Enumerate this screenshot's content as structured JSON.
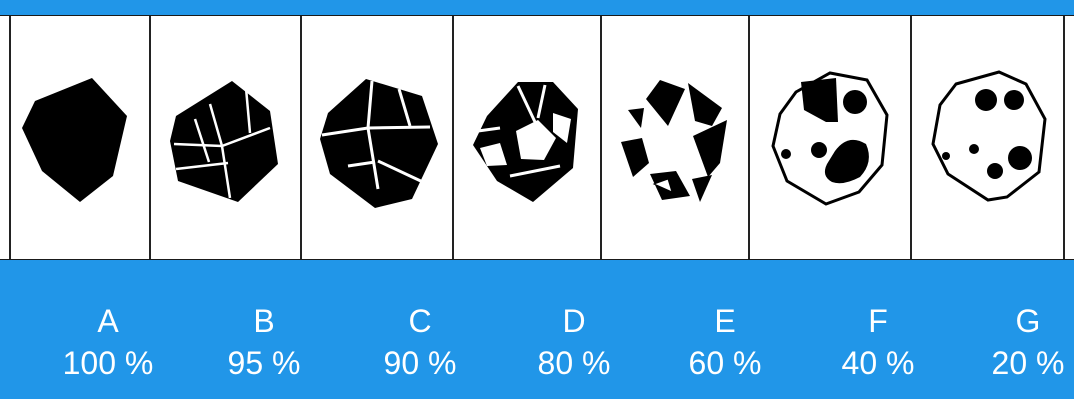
{
  "colors": {
    "background": "#2196e8",
    "panel_background": "#ffffff",
    "ink": "#000000",
    "caption_text": "#ffffff"
  },
  "panels": [
    {
      "letter": "A",
      "percent": "100 %",
      "fraction": 1.0
    },
    {
      "letter": "B",
      "percent": "95 %",
      "fraction": 0.95
    },
    {
      "letter": "C",
      "percent": "90 %",
      "fraction": 0.9
    },
    {
      "letter": "D",
      "percent": "80 %",
      "fraction": 0.8
    },
    {
      "letter": "E",
      "percent": "60 %",
      "fraction": 0.6
    },
    {
      "letter": "F",
      "percent": "40 %",
      "fraction": 0.4
    },
    {
      "letter": "G",
      "percent": "20 %",
      "fraction": 0.2
    }
  ]
}
